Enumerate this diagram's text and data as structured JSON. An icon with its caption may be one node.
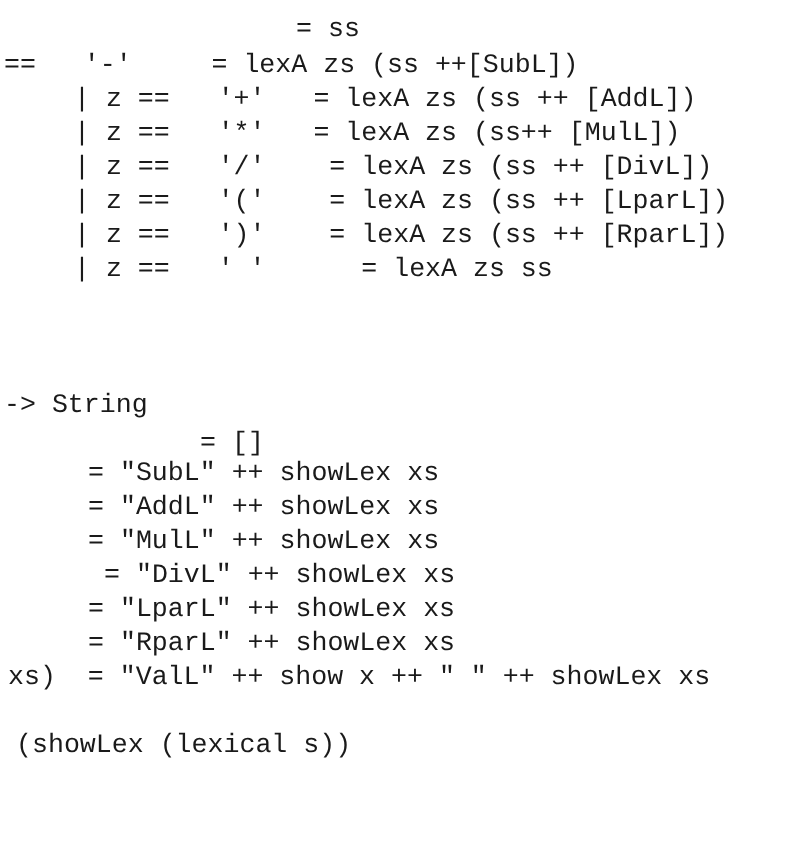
{
  "diagram": {
    "labels": [
      "= ss",
      "==   '-'     = lexA zs (ss ++[SubL])",
      "| z ==   '+'   = lexA zs (ss ++ [AddL])",
      "| z ==   '*'   = lexA zs (ss++ [MulL])",
      "| z ==   '/'    = lexA zs (ss ++ [DivL])",
      "| z ==   '('    = lexA zs (ss ++ [LparL])",
      "| z ==   ')'    = lexA zs (ss ++ [RparL])",
      "| z ==   ' '      = lexA zs ss",
      "-> String",
      "= []",
      "= \"SubL\" ++ showLex xs",
      "= \"AddL\" ++ showLex xs",
      "= \"MulL\" ++ showLex xs",
      "= \"DivL\" ++ showLex xs",
      "= \"LparL\" ++ showLex xs",
      "= \"RparL\" ++ showLex xs",
      "xs)  = \"ValL\" ++ show x ++ \" \" ++ showLex xs",
      "(showLex (lexical s))"
    ]
  }
}
